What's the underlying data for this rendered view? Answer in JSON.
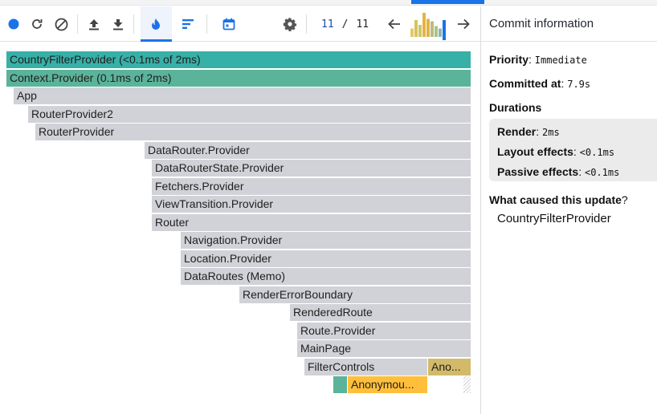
{
  "toolbar": {
    "commit_current": "11",
    "commit_separator": "/",
    "commit_total": "11",
    "accent_color": "#1a73e8"
  },
  "commit_bars": [
    {
      "value": 0.35,
      "color": "#e6c86a"
    },
    {
      "value": 0.7,
      "color": "#d6c35a"
    },
    {
      "value": 0.5,
      "color": "#c8c870"
    },
    {
      "value": 1.0,
      "color": "#e7b33f"
    },
    {
      "value": 0.75,
      "color": "#e3b244"
    },
    {
      "value": 0.65,
      "color": "#bcbc7a"
    },
    {
      "value": 0.45,
      "color": "#a9c28a"
    },
    {
      "value": 0.35,
      "color": "#8fb9a0"
    },
    {
      "value": 0.7,
      "color": "#1a73e8"
    }
  ],
  "flamegraph": [
    {
      "label": "CountryFilterProvider (<0.1ms of 2ms)",
      "color": "teal"
    },
    {
      "label": "Context.Provider (0.1ms of 2ms)",
      "color": "teal2"
    },
    {
      "label": "App",
      "color": "gray"
    },
    {
      "label": "RouterProvider2",
      "color": "gray"
    },
    {
      "label": "RouterProvider",
      "color": "gray"
    },
    {
      "label": "DataRouter.Provider",
      "color": "gray"
    },
    {
      "label": "DataRouterState.Provider",
      "color": "gray"
    },
    {
      "label": "Fetchers.Provider",
      "color": "gray"
    },
    {
      "label": "ViewTransition.Provider",
      "color": "gray"
    },
    {
      "label": "Router",
      "color": "gray"
    },
    {
      "label": "Navigation.Provider",
      "color": "gray"
    },
    {
      "label": "Location.Provider",
      "color": "gray"
    },
    {
      "label": "DataRoutes (Memo)",
      "color": "gray"
    },
    {
      "label": "RenderErrorBoundary",
      "color": "gray"
    },
    {
      "label": "RenderedRoute",
      "color": "gray"
    },
    {
      "label": "Route.Provider",
      "color": "gray"
    },
    {
      "label": "MainPage",
      "color": "gray"
    },
    {
      "label": "FilterControls",
      "color": "gray"
    },
    {
      "label": "Ano...",
      "color": "gold"
    },
    {
      "label": "Anonymou...",
      "color": "orange"
    }
  ],
  "panel": {
    "title": "Commit information",
    "priority_label": "Priority",
    "priority_value": "Immediate",
    "committed_label": "Committed at",
    "committed_value": "7.9s",
    "durations_label": "Durations",
    "render_label": "Render",
    "render_value": "2ms",
    "layout_label": "Layout effects",
    "layout_value": "<0.1ms",
    "passive_label": "Passive effects",
    "passive_value": "<0.1ms",
    "cause_label": "What caused this update",
    "cause_q": "?",
    "cause_value": "CountryFilterProvider"
  }
}
